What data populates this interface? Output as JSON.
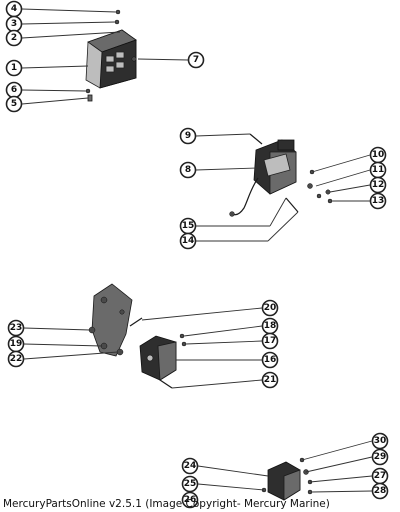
{
  "diagram": {
    "callouts": [
      "1",
      "2",
      "3",
      "4",
      "5",
      "6",
      "7",
      "8",
      "9",
      "10",
      "11",
      "12",
      "13",
      "14",
      "15",
      "16",
      "17",
      "18",
      "19",
      "20",
      "21",
      "22",
      "23",
      "24",
      "25",
      "26",
      "27",
      "28",
      "29",
      "30"
    ]
  },
  "footer": {
    "text": "MercuryPartsOnline v2.5.1 (Image Copyright- Mercury Marine)"
  }
}
